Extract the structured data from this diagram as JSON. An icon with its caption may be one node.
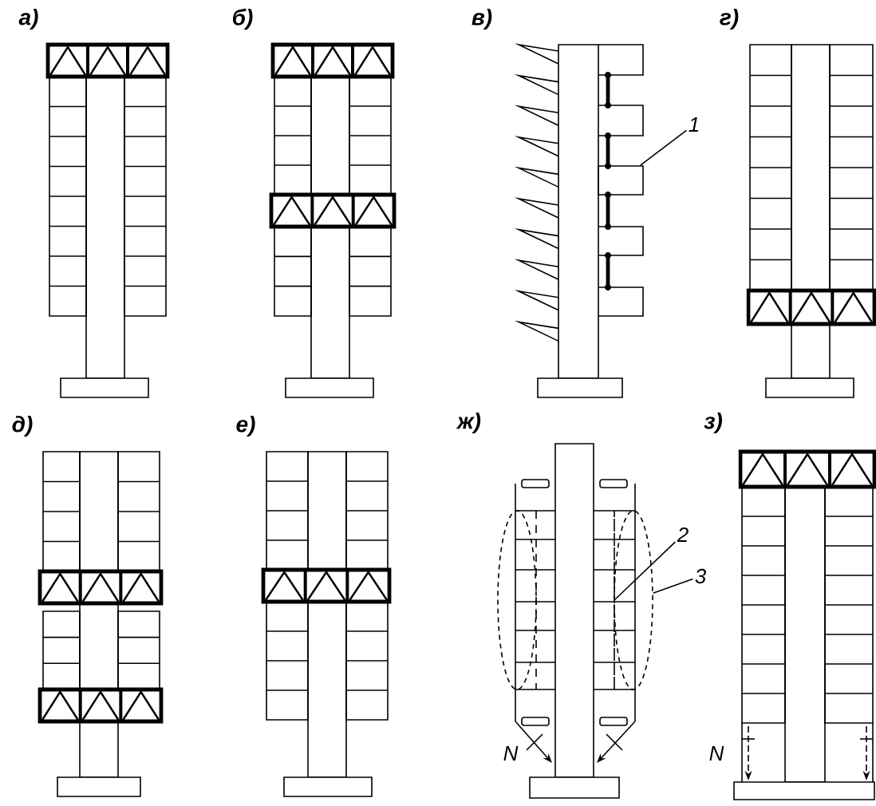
{
  "diagram": {
    "nodes": [
      {
        "text": [
          "1"
        ]
      },
      {
        "text": [
          "2"
        ]
      },
      {
        "text": [
          "3"
        ]
      },
      {
        "text": [],
        "shape": "box"
      },
      {
        "text": [],
        "shape": "line"
      },
      {
        "text": [],
        "shape": "ellipse"
      }
    ],
    "edges": [
      {
        "from": 0,
        "to": 3,
        "arrow": "none"
      },
      {
        "from": 1,
        "to": 4,
        "arrow": "none"
      },
      {
        "from": 2,
        "to": 5,
        "arrow": "none"
      }
    ],
    "labels": [
      "а)",
      "б)",
      "в)",
      "г)",
      "д)",
      "е)",
      "ж)",
      "з)",
      "N",
      "N"
    ]
  }
}
